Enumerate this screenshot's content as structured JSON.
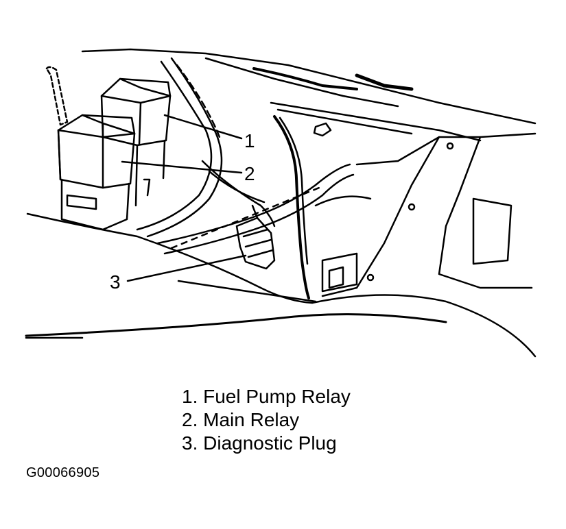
{
  "callouts": [
    "1",
    "2",
    "3"
  ],
  "legend": [
    "1. Fuel Pump Relay",
    "2. Main Relay",
    "3. Diagnostic Plug"
  ],
  "figure_id": "G00066905",
  "colors": {
    "line": "#000000",
    "background": "#ffffff"
  }
}
